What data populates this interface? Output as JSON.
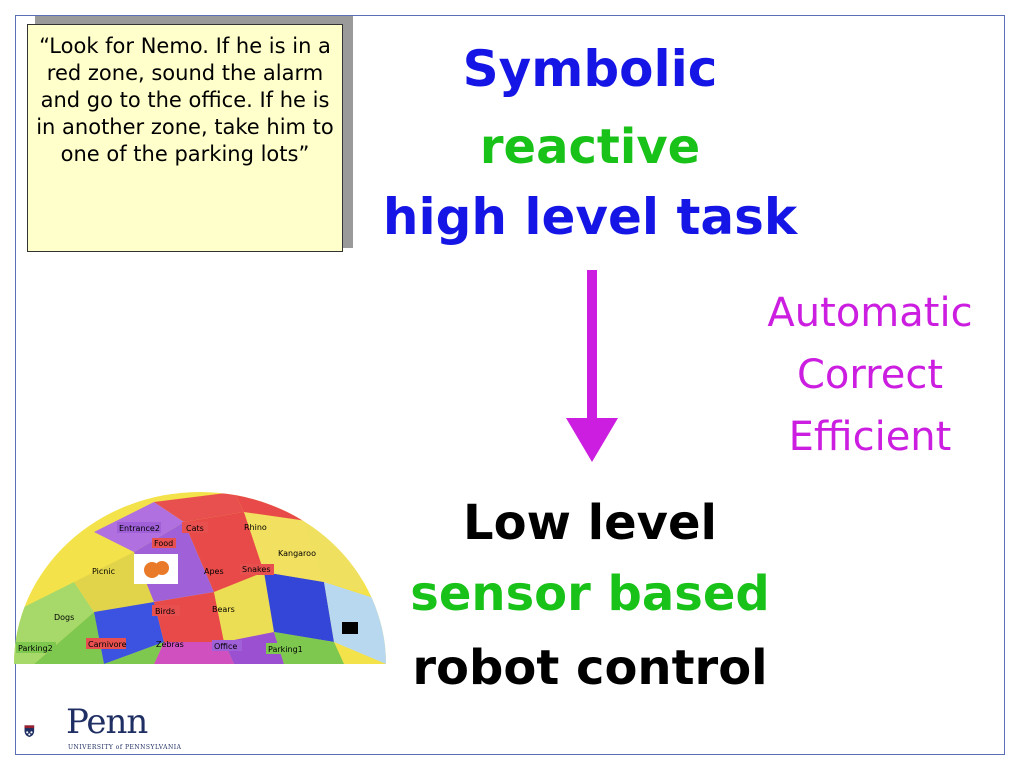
{
  "quote": "“Look for Nemo. If he is in a red zone, sound the alarm and go to the office. If he is in another zone, take him to one of the parking lots”",
  "high_level": {
    "line1": "Symbolic",
    "line2": "reactive",
    "line3": "high level task"
  },
  "properties": [
    "Automatic",
    "Correct",
    "Efficient"
  ],
  "low_level": {
    "line1": "Low level",
    "line2": "sensor based",
    "line3": "robot control"
  },
  "map_labels": {
    "entrance2": "Entrance2",
    "cats": "Cats",
    "rhino": "Rhino",
    "food": "Food",
    "kangaroo": "Kangaroo",
    "picnic": "Picnic",
    "apes": "Apes",
    "snakes": "Snakes",
    "dogs": "Dogs",
    "birds": "Birds",
    "bears": "Bears",
    "carnivore": "Carnivore",
    "zebras": "Zebras",
    "office": "Office",
    "parking1": "Parking1",
    "parking2": "Parking2"
  },
  "logo": {
    "name": "Penn",
    "subtitle": "UNIVERSITY of PENNSYLVANIA"
  },
  "colors": {
    "symbolic_blue": "#1515e6",
    "reactive_green": "#19c219",
    "property_magenta": "#cc1ee0",
    "arrow_magenta": "#cc1ee0",
    "quote_bg": "#ffffcc",
    "penn_navy": "#1f2f63"
  }
}
